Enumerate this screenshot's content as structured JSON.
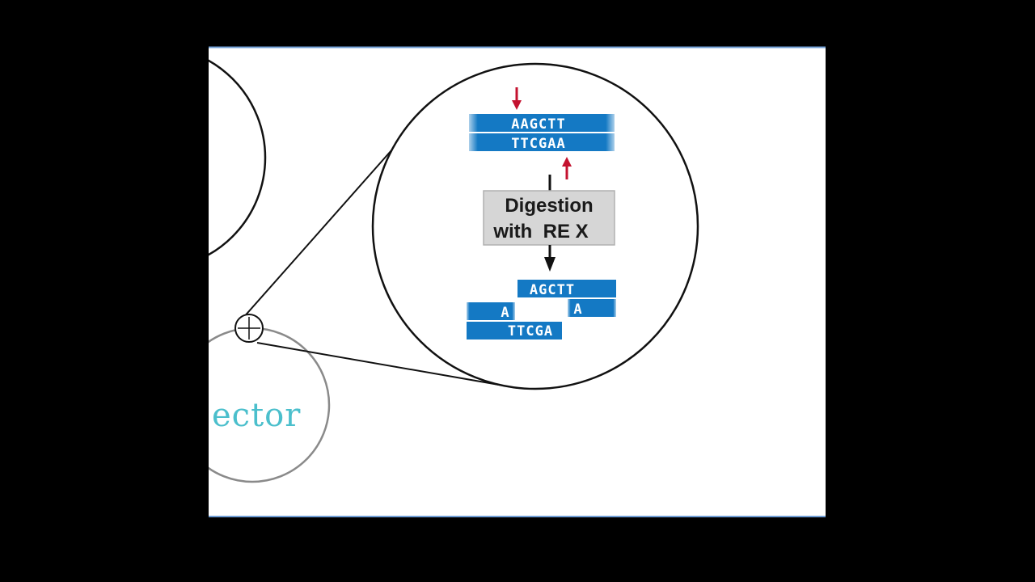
{
  "colors": {
    "page_background": "#000000",
    "slide_background": "#ffffff",
    "slide_border": "#6f9ed6",
    "dna_blue": "#1479c4",
    "cut_arrow": "#c4122f",
    "label_box": "#d6d6d6",
    "vector_text": "#4bbfcc"
  },
  "diagram": {
    "recognition_site": {
      "top_strand": "AAGCTT",
      "bottom_strand": "TTCGAA"
    },
    "step_label": {
      "line1": "Digestion",
      "line2": "with  RE X"
    },
    "products": {
      "right_fragment_top": "AGCTT",
      "right_fragment_bottom": "A",
      "left_fragment_top": "A",
      "left_fragment_bottom": "TTCGA"
    },
    "vector_label": "ector",
    "icons": [
      "cut-site-arrow-down-icon",
      "cut-site-arrow-up-icon",
      "restriction-site-marker-icon"
    ]
  }
}
